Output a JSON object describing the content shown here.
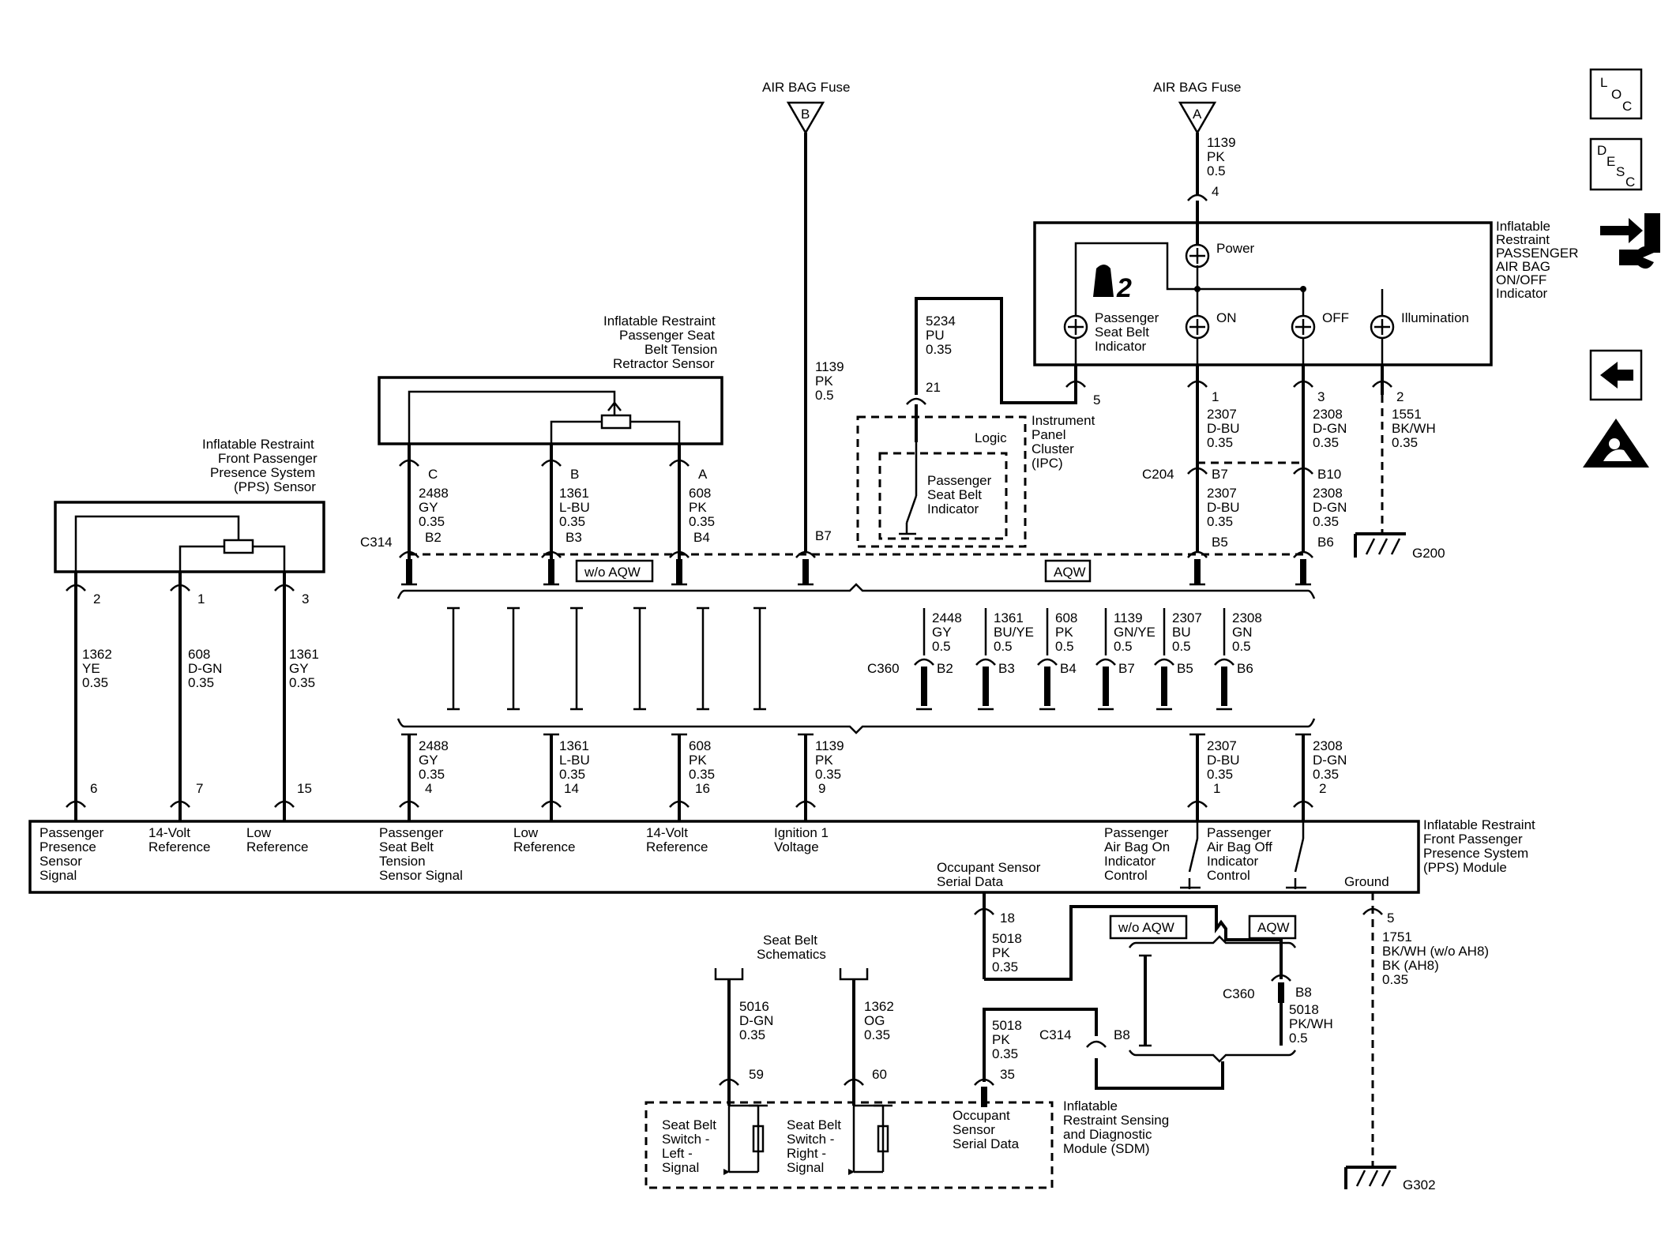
{
  "icons": {
    "loc": [
      "L",
      "O",
      "C"
    ],
    "desc": [
      "D",
      "E",
      "S",
      "C"
    ]
  },
  "fuses": [
    {
      "title": "AIR BAG Fuse",
      "letter": "B"
    },
    {
      "title": "AIR BAG Fuse",
      "letter": "A"
    }
  ],
  "components": {
    "pps_sensor": [
      "Inflatable Restraint",
      "Front Passenger",
      "Presence System",
      "(PPS) Sensor"
    ],
    "tension_sensor": [
      "Inflatable Restraint",
      "Passenger Seat",
      "Belt Tension",
      "Retractor Sensor"
    ],
    "onoff_indicator": [
      "Inflatable",
      "Restraint",
      "PASSENGER",
      "AIR BAG",
      "ON/OFF",
      "Indicator"
    ],
    "ipc": [
      "Instrument",
      "Panel",
      "Cluster",
      "(IPC)"
    ],
    "pps_module": [
      "Inflatable Restraint",
      "Front Passenger",
      "Presence System",
      "(PPS) Module"
    ],
    "sdm": [
      "Inflatable",
      "Restraint Sensing",
      "and Diagnostic",
      "Module (SDM)"
    ],
    "seat_belt_schem": [
      "Seat Belt",
      "Schematics"
    ]
  },
  "indicator_labels": {
    "power": "Power",
    "psbi": [
      "Passenger",
      "Seat Belt",
      "Indicator"
    ],
    "on": "ON",
    "off": "OFF",
    "illum": "Illumination"
  },
  "ipc_labels": {
    "logic": "Logic",
    "psbi": [
      "Passenger",
      "Seat Belt",
      "Indicator"
    ]
  },
  "connectors": {
    "c314": "C314",
    "c204": "C204",
    "c360": "C360",
    "g200": "G200",
    "g302": "G302"
  },
  "option_tags": {
    "wo_aqw": "w/o AQW",
    "aqw": "AQW"
  },
  "upper_pins": [
    {
      "cav": "C",
      "lines": [
        "2488",
        "GY",
        "0.35"
      ],
      "pin": "B2"
    },
    {
      "cav": "B",
      "lines": [
        "1361",
        "L-BU",
        "0.35"
      ],
      "pin": "B3"
    },
    {
      "cav": "A",
      "lines": [
        "608",
        "PK",
        "0.35"
      ],
      "pin": "B4"
    },
    {
      "cav": "",
      "lines": [
        "1139",
        "PK",
        "0.5"
      ],
      "pin": "B7"
    },
    {
      "cav": "1",
      "lines": [
        "2307",
        "D-BU",
        "0.35"
      ],
      "pin": "B7"
    },
    {
      "cav": "3",
      "lines": [
        "2308",
        "D-GN",
        "0.35"
      ],
      "pin": "B10"
    }
  ],
  "upper_pins_b": [
    {
      "lines": [
        "2307",
        "D-BU",
        "0.35"
      ],
      "pin": "B5"
    },
    {
      "lines": [
        "2308",
        "D-GN",
        "0.35"
      ],
      "pin": "B6"
    }
  ],
  "fuse_a_wire": [
    "1139",
    "PK",
    "0.5"
  ],
  "fuse_a_pin": "4",
  "ipc_wire": [
    "5234",
    "PU",
    "0.35"
  ],
  "ipc_pin": "21",
  "ind_pin5": "5",
  "g200_wire": {
    "pin": "2",
    "lines": [
      "1551",
      "BK/WH",
      "0.35"
    ]
  },
  "c360_wires": [
    {
      "lines": [
        "2448",
        "GY",
        "0.5"
      ],
      "pin": "B2"
    },
    {
      "lines": [
        "1361",
        "BU/YE",
        "0.5"
      ],
      "pin": "B3"
    },
    {
      "lines": [
        "608",
        "PK",
        "0.5"
      ],
      "pin": "B4"
    },
    {
      "lines": [
        "1139",
        "GN/YE",
        "0.5"
      ],
      "pin": "B7"
    },
    {
      "lines": [
        "2307",
        "BU",
        "0.5"
      ],
      "pin": "B5"
    },
    {
      "lines": [
        "2308",
        "GN",
        "0.5"
      ],
      "pin": "B6"
    }
  ],
  "pps_sensor_pins": [
    {
      "pin": "2",
      "lines": [
        "1362",
        "YE",
        "0.35"
      ],
      "mod_pin": "6"
    },
    {
      "pin": "1",
      "lines": [
        "608",
        "D-GN",
        "0.35"
      ],
      "mod_pin": "7"
    },
    {
      "pin": "3",
      "lines": [
        "1361",
        "GY",
        "0.35"
      ],
      "mod_pin": "15"
    }
  ],
  "lower_wires": [
    {
      "lines": [
        "2488",
        "GY",
        "0.35"
      ],
      "mod_pin": "4"
    },
    {
      "lines": [
        "1361",
        "L-BU",
        "0.35"
      ],
      "mod_pin": "14"
    },
    {
      "lines": [
        "608",
        "PK",
        "0.35"
      ],
      "mod_pin": "16"
    },
    {
      "lines": [
        "1139",
        "PK",
        "0.35"
      ],
      "mod_pin": "9"
    },
    {
      "lines": [
        "2307",
        "D-BU",
        "0.35"
      ],
      "mod_pin": "1"
    },
    {
      "lines": [
        "2308",
        "D-GN",
        "0.35"
      ],
      "mod_pin": "2"
    }
  ],
  "module_labels": [
    [
      "Passenger",
      "Presence",
      "Sensor",
      "Signal"
    ],
    [
      "14-Volt",
      "Reference"
    ],
    [
      "Low",
      "Reference"
    ],
    [
      "Passenger",
      "Seat Belt",
      "Tension",
      "Sensor Signal"
    ],
    [
      "Low",
      "Reference"
    ],
    [
      "14-Volt",
      "Reference"
    ],
    [
      "Ignition 1",
      "Voltage"
    ],
    [
      "Occupant Sensor",
      "Serial Data"
    ],
    [
      "Passenger",
      "Air Bag On",
      "Indicator",
      "Control"
    ],
    [
      "Passenger",
      "Air Bag Off",
      "Indicator",
      "Control"
    ],
    [
      "Ground"
    ]
  ],
  "serial_wire": {
    "pin": "18",
    "lines": [
      "5018",
      "PK",
      "0.35"
    ]
  },
  "ground_wire": {
    "pin": "5",
    "lines": [
      "1751",
      "BK/WH (w/o AH8)",
      "BK (AH8)",
      "0.35"
    ]
  },
  "sdm_serial": {
    "lines": [
      "5018",
      "PK",
      "0.35"
    ],
    "pin": "35",
    "c314_pin": "B8"
  },
  "c360_lower": {
    "pin": "B8",
    "lines": [
      "5018",
      "PK/WH",
      "0.5"
    ]
  },
  "seat_wires": [
    {
      "lines": [
        "5016",
        "D-GN",
        "0.35"
      ],
      "pin": "59"
    },
    {
      "lines": [
        "1362",
        "OG",
        "0.35"
      ],
      "pin": "60"
    }
  ],
  "sdm_labels": [
    [
      "Seat Belt",
      "Switch -",
      "Left -",
      "Signal"
    ],
    [
      "Seat Belt",
      "Switch -",
      "Right -",
      "Signal"
    ],
    [
      "Occupant",
      "Sensor",
      "Serial Data"
    ]
  ]
}
